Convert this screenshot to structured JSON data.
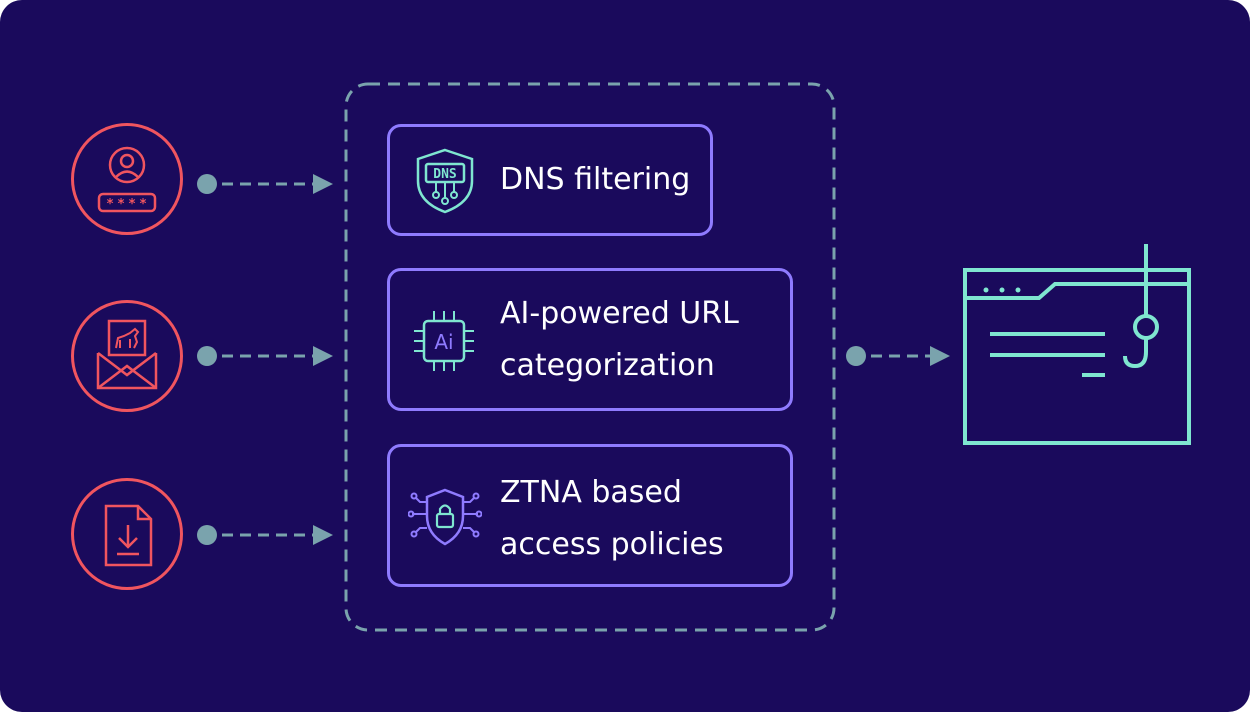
{
  "diagram": {
    "colors": {
      "background": "#1a0a5c",
      "threat": "#f0555f",
      "connector": "#7aa3ad",
      "filter_border": "#8f7bff",
      "icon_mint": "#7fe6d0",
      "label": "#ffffff"
    },
    "threats": [
      {
        "icon": "user-credentials-icon"
      },
      {
        "icon": "trojan-email-icon"
      },
      {
        "icon": "file-download-icon"
      }
    ],
    "filters": [
      {
        "icon": "dns-shield-icon",
        "label": "DNS filtering",
        "icon_text": "DNS"
      },
      {
        "icon": "ai-chip-icon",
        "label": "AI-powered URL\ncategorization",
        "icon_text": "Ai"
      },
      {
        "icon": "ztna-shield-lock-icon",
        "label": "ZTNA based\naccess policies"
      }
    ],
    "destination": {
      "icon": "phishing-browser-icon"
    }
  }
}
